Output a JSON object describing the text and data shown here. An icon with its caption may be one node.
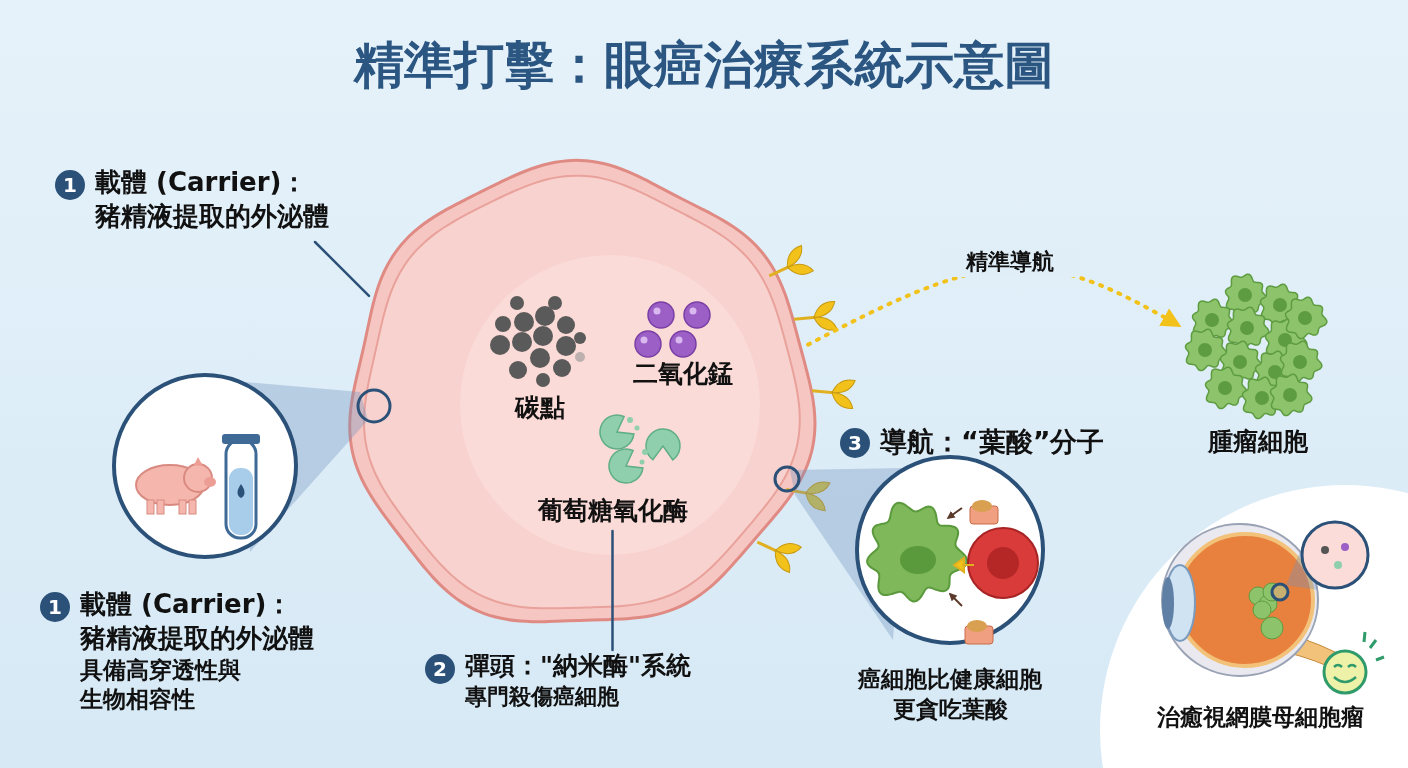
{
  "diagram": {
    "title": "精準打擊：眼癌治療系統示意圖",
    "nodes": [
      {
        "text": [],
        "shape": "circle"
      },
      {
        "text": [
          "碳點"
        ],
        "in": 0
      },
      {
        "text": [
          "二氧化錳"
        ],
        "in": 0
      },
      {
        "text": [
          "葡萄糖氧化酶"
        ],
        "in": 0
      },
      {
        "text": [
          "1",
          "載體 (Carrier)：",
          "豬精液提取的外泌體"
        ]
      },
      {
        "text": [
          "2",
          "彈頭：\"納米酶\"系統",
          "專門殺傷癌細胞"
        ]
      },
      {
        "text": [
          "腫瘤細胞"
        ]
      },
      {
        "text": [
          "1",
          "載體 (Carrier)：",
          "豬精液提取的外泌體",
          "具備高穿透性與生物相容性"
        ]
      },
      {
        "text": [
          "3",
          "導航：“葉酸”分子"
        ]
      }
    ],
    "edges": [
      {
        "from": 4,
        "to": 0,
        "arrow": "none"
      },
      {
        "from": 3,
        "to": 5,
        "arrow": "none"
      },
      {
        "from": 0,
        "to": 6,
        "arrow": "to",
        "label": "精準導航",
        "style": "dashed",
        "color": "#f2c21b"
      }
    ],
    "labels": [
      "癌細胞比健康細胞更貪吃葉酸",
      "治癒視網膜母細胞瘤"
    ]
  }
}
